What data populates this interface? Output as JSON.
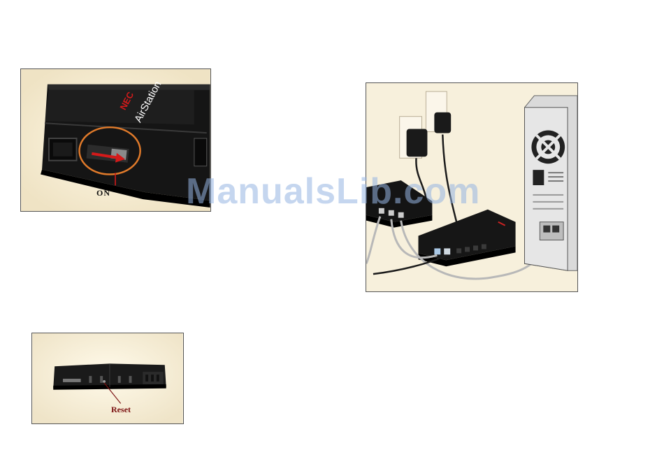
{
  "figures": {
    "power_switch": {
      "callout": "ON",
      "brand_logo_text": "AirStation"
    },
    "reset": {
      "callout": "Reset"
    }
  },
  "watermark": "ManualsLib.com",
  "colors": {
    "figure_background": "#f7f0dc",
    "callout_circle": "#e07a2a",
    "arrow": "#d41a1a"
  }
}
